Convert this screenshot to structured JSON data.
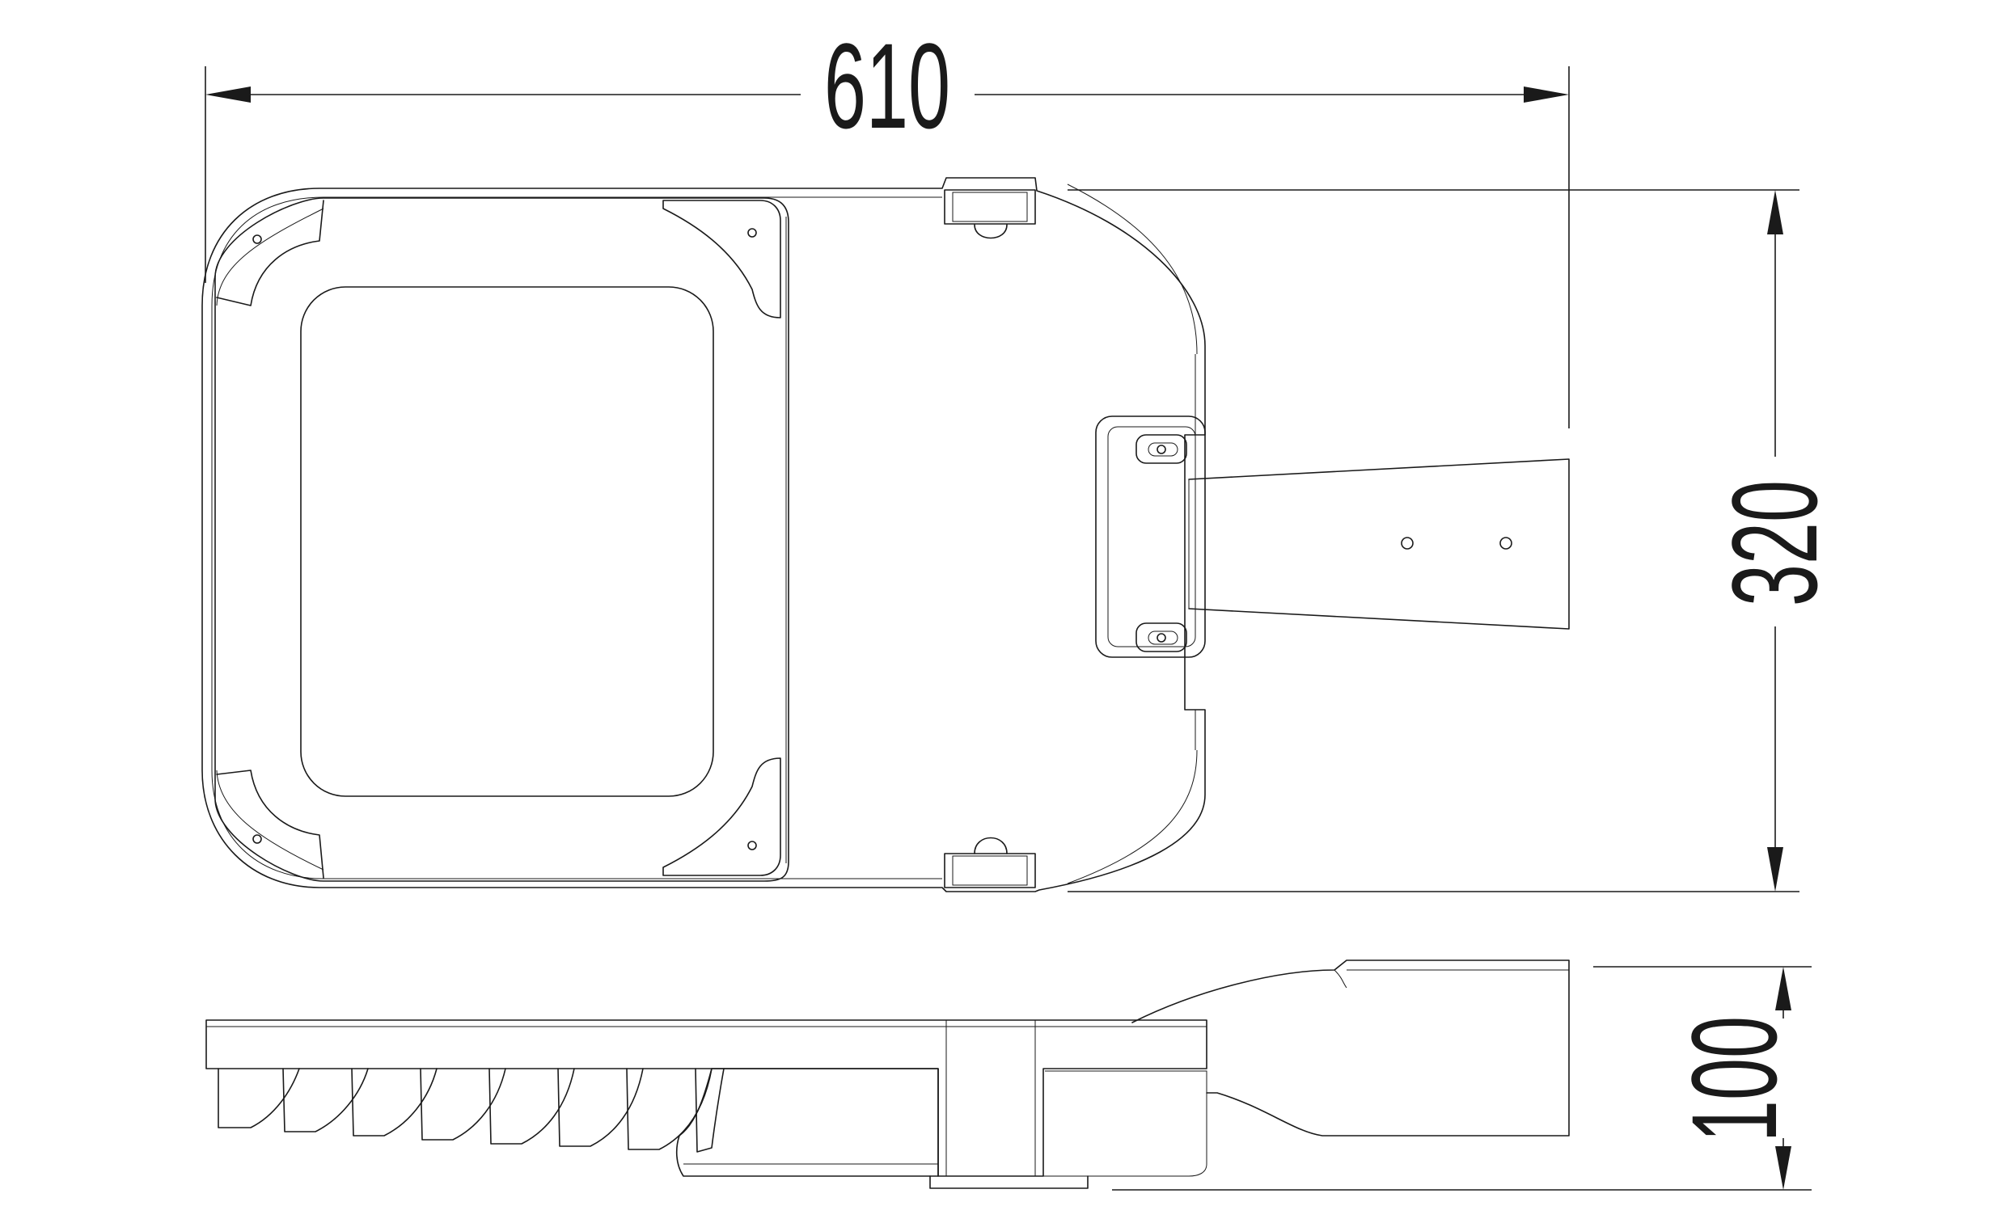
{
  "dimensions": {
    "width_label": "610",
    "height_label": "320",
    "depth_label": "100"
  }
}
